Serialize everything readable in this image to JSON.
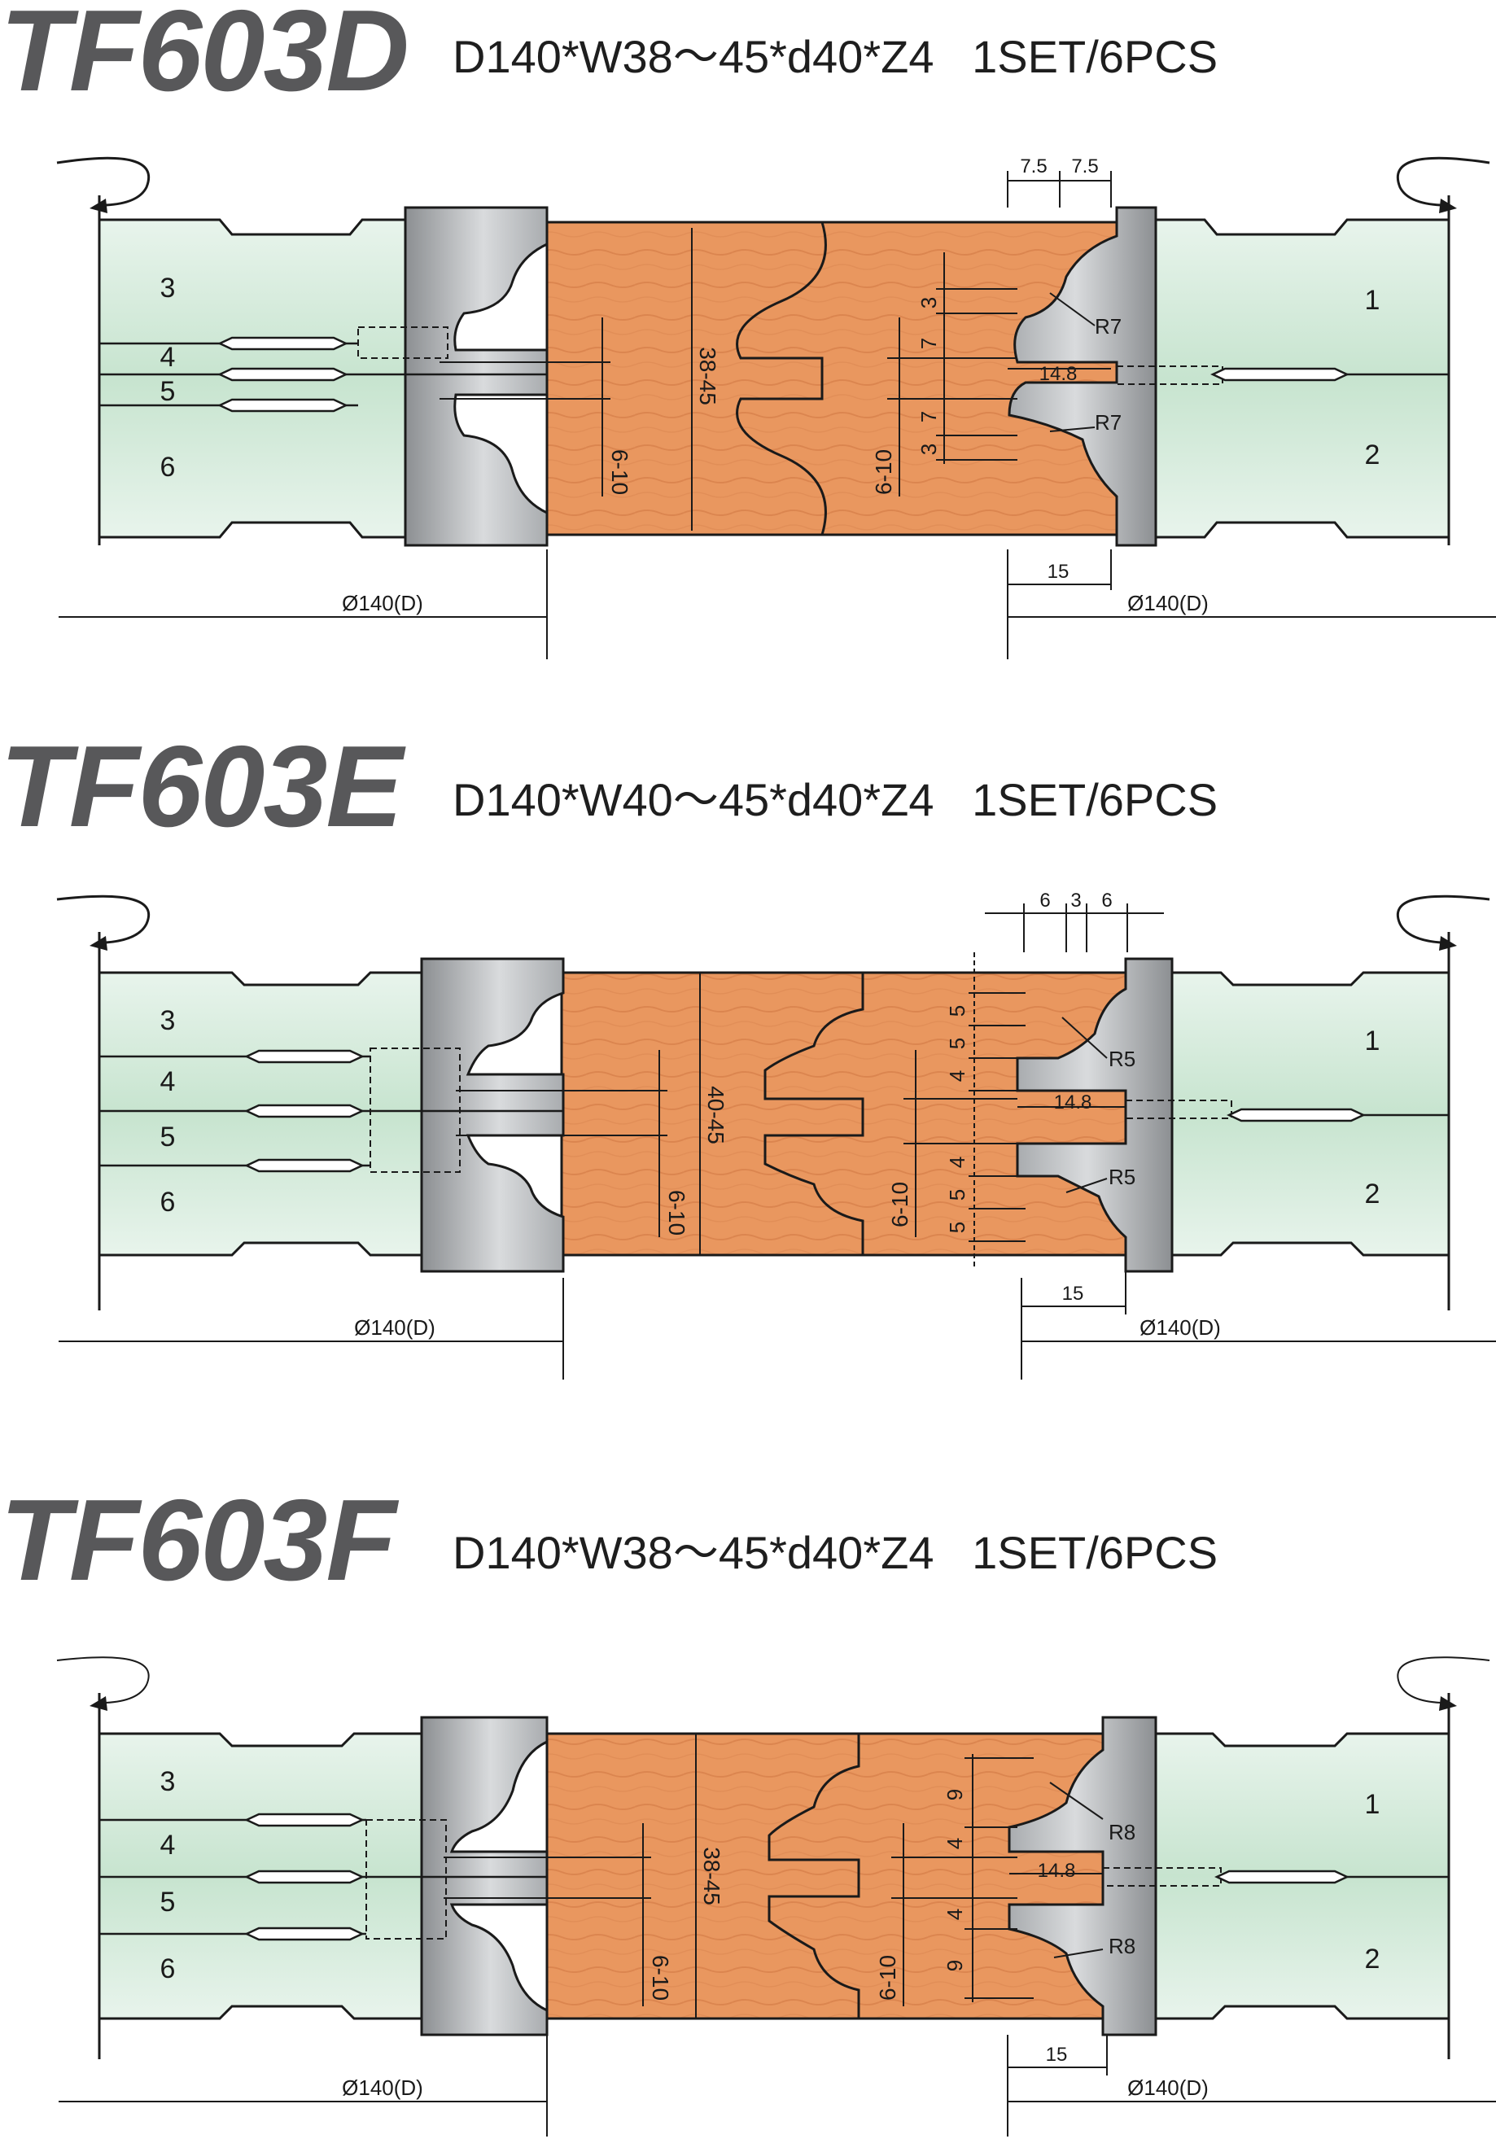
{
  "sections": [
    {
      "model": "TF603D",
      "spec": "D140*W38～45*d40*Z4   1SET/6PCS",
      "parts": [
        "3",
        "4",
        "5",
        "6",
        "1",
        "2"
      ],
      "center_dim": "38-45",
      "left_depth": "6-10",
      "right_depth": "6-10",
      "top_dims": [
        "7.5",
        "7.5"
      ],
      "right_steps": [
        "3",
        "7",
        "7",
        "3"
      ],
      "radius_top": "R7",
      "radius_bottom": "R7",
      "groove_width": "14.8",
      "bottom_dim": "15",
      "diameter_left": "Ø140(D)",
      "diameter_right": "Ø140(D)"
    },
    {
      "model": "TF603E",
      "spec": "D140*W40～45*d40*Z4   1SET/6PCS",
      "parts": [
        "3",
        "4",
        "5",
        "6",
        "1",
        "2"
      ],
      "center_dim": "40-45",
      "left_depth": "6-10",
      "right_depth": "6-10",
      "top_dims": [
        "6",
        "3",
        "6"
      ],
      "right_steps": [
        "5",
        "5",
        "4",
        "4",
        "5",
        "5"
      ],
      "radius_top": "R5",
      "radius_bottom": "R5",
      "groove_width": "14.8",
      "bottom_dim": "15",
      "diameter_left": "Ø140(D)",
      "diameter_right": "Ø140(D)"
    },
    {
      "model": "TF603F",
      "spec": "D140*W38～45*d40*Z4   1SET/6PCS",
      "parts": [
        "3",
        "4",
        "5",
        "6",
        "1",
        "2"
      ],
      "center_dim": "38-45",
      "left_depth": "6-10",
      "right_depth": "6-10",
      "top_dims": [],
      "right_steps": [
        "9",
        "4",
        "4",
        "9"
      ],
      "radius_top": "R8",
      "radius_bottom": "R8",
      "groove_width": "14.8",
      "bottom_dim": "15",
      "diameter_left": "Ø140(D)",
      "diameter_right": "Ø140(D)"
    }
  ],
  "colors": {
    "wood": "#e9975f",
    "wood_grain": "#c9703b",
    "cutter_light": "#d9dbdd",
    "cutter_dark": "#8c8f92",
    "shaft": "#d3ead9",
    "line": "#1a1a1a",
    "model_text": "#58585a"
  },
  "icons": [
    "rotation-arrow-icon"
  ]
}
